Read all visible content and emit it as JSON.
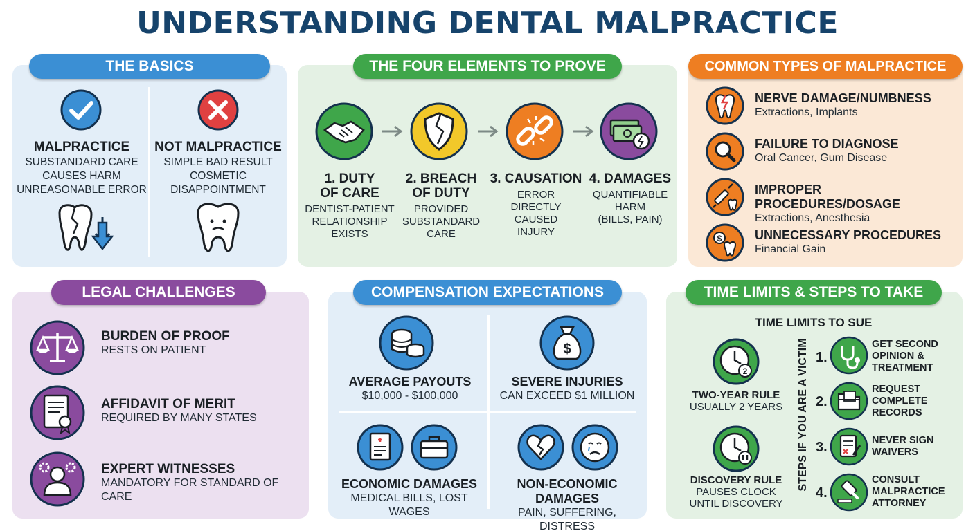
{
  "title": "UNDERSTANDING DENTAL MALPRACTICE",
  "colors": {
    "blue": "#3b8fd4",
    "green": "#3fa64a",
    "orange": "#ee7e22",
    "purple": "#8a4b9e",
    "navy": "#16436b"
  },
  "basics": {
    "header": "THE BASICS",
    "left": {
      "heading": "MALPRACTICE",
      "lines": [
        "SUBSTANDARD CARE",
        "CAUSES HARM",
        "UNREASONABLE ERROR"
      ],
      "icon": "checkmark-icon"
    },
    "right": {
      "heading": "NOT MALPRACTICE",
      "lines": [
        "SIMPLE BAD RESULT",
        "COSMETIC",
        "DISAPPOINTMENT"
      ],
      "icon": "x-icon"
    }
  },
  "elements": {
    "header": "THE FOUR ELEMENTS TO PROVE",
    "items": [
      {
        "title": [
          "1. DUTY",
          "OF CARE"
        ],
        "lines": [
          "DENTIST-PATIENT",
          "RELATIONSHIP",
          "EXISTS"
        ],
        "icon": "handshake-icon"
      },
      {
        "title": [
          "2. BREACH",
          "OF DUTY"
        ],
        "lines": [
          "PROVIDED",
          "SUBSTANDARD",
          "CARE"
        ],
        "icon": "broken-shield-icon"
      },
      {
        "title": [
          "3. CAUSATION"
        ],
        "lines": [
          "ERROR",
          "DIRECTLY",
          "CAUSED",
          "INJURY"
        ],
        "icon": "broken-chain-icon"
      },
      {
        "title": [
          "4. DAMAGES"
        ],
        "lines": [
          "QUANTIFIABLE",
          "HARM",
          "(BILLS, PAIN)"
        ],
        "icon": "money-icon"
      }
    ]
  },
  "types": {
    "header": "COMMON TYPES OF MALPRACTICE",
    "items": [
      {
        "title": "NERVE DAMAGE/NUMBNESS",
        "sub": "Extractions, Implants",
        "icon": "nerve-tooth-icon"
      },
      {
        "title": "FAILURE TO DIAGNOSE",
        "sub": "Oral Cancer, Gum Disease",
        "icon": "magnifier-icon"
      },
      {
        "title": "IMPROPER PROCEDURES/DOSAGE",
        "sub": "Extractions, Anesthesia",
        "icon": "syringe-icon"
      },
      {
        "title": "UNNECESSARY PROCEDURES",
        "sub": "Financial Gain",
        "icon": "dollar-tooth-icon"
      }
    ]
  },
  "legal": {
    "header": "LEGAL CHALLENGES",
    "items": [
      {
        "title": "BURDEN OF PROOF",
        "sub": "RESTS ON PATIENT",
        "icon": "scales-icon"
      },
      {
        "title": "AFFIDAVIT OF MERIT",
        "sub": "REQUIRED BY MANY STATES",
        "icon": "document-seal-icon"
      },
      {
        "title": "EXPERT WITNESSES",
        "sub": "MANDATORY FOR STANDARD OF CARE",
        "icon": "expert-gears-icon"
      }
    ]
  },
  "comp": {
    "header": "COMPENSATION EXPECTATIONS",
    "items": [
      {
        "title": "AVERAGE PAYOUTS",
        "sub": "$10,000 - $100,000",
        "icon": "coins-icon"
      },
      {
        "title": "SEVERE INJURIES",
        "sub": "CAN EXCEED $1 MILLION",
        "icon": "money-bag-icon"
      },
      {
        "title": "ECONOMIC DAMAGES",
        "sub": "MEDICAL BILLS, LOST WAGES",
        "icons": [
          "medical-bill-icon",
          "briefcase-icon"
        ]
      },
      {
        "title": "NON-ECONOMIC DAMAGES",
        "sub": "PAIN, SUFFERING, DISTRESS",
        "icons": [
          "broken-heart-icon",
          "sad-face-icon"
        ]
      }
    ]
  },
  "time": {
    "header": "TIME LIMITS & STEPS TO TAKE",
    "subheader": "TIME LIMITS TO SUE",
    "rules": [
      {
        "title": "TWO-YEAR RULE",
        "lines": [
          "USUALLY 2 YEARS"
        ],
        "icon": "clock-2-icon"
      },
      {
        "title": "DISCOVERY RULE",
        "lines": [
          "PAUSES CLOCK",
          "UNTIL DISCOVERY"
        ],
        "icon": "clock-pause-icon"
      }
    ],
    "steps_label": "STEPS IF YOU ARE A VICTIM",
    "steps": [
      {
        "num": "1.",
        "lines": [
          "GET SECOND",
          "OPINION &",
          "TREATMENT"
        ],
        "icon": "stethoscope-icon"
      },
      {
        "num": "2.",
        "lines": [
          "REQUEST",
          "COMPLETE",
          "RECORDS"
        ],
        "icon": "folder-icon"
      },
      {
        "num": "3.",
        "lines": [
          "NEVER SIGN",
          "WAIVERS"
        ],
        "icon": "no-sign-document-icon"
      },
      {
        "num": "4.",
        "lines": [
          "CONSULT",
          "MALPRACTICE",
          "ATTORNEY"
        ],
        "icon": "gavel-icon"
      }
    ]
  }
}
